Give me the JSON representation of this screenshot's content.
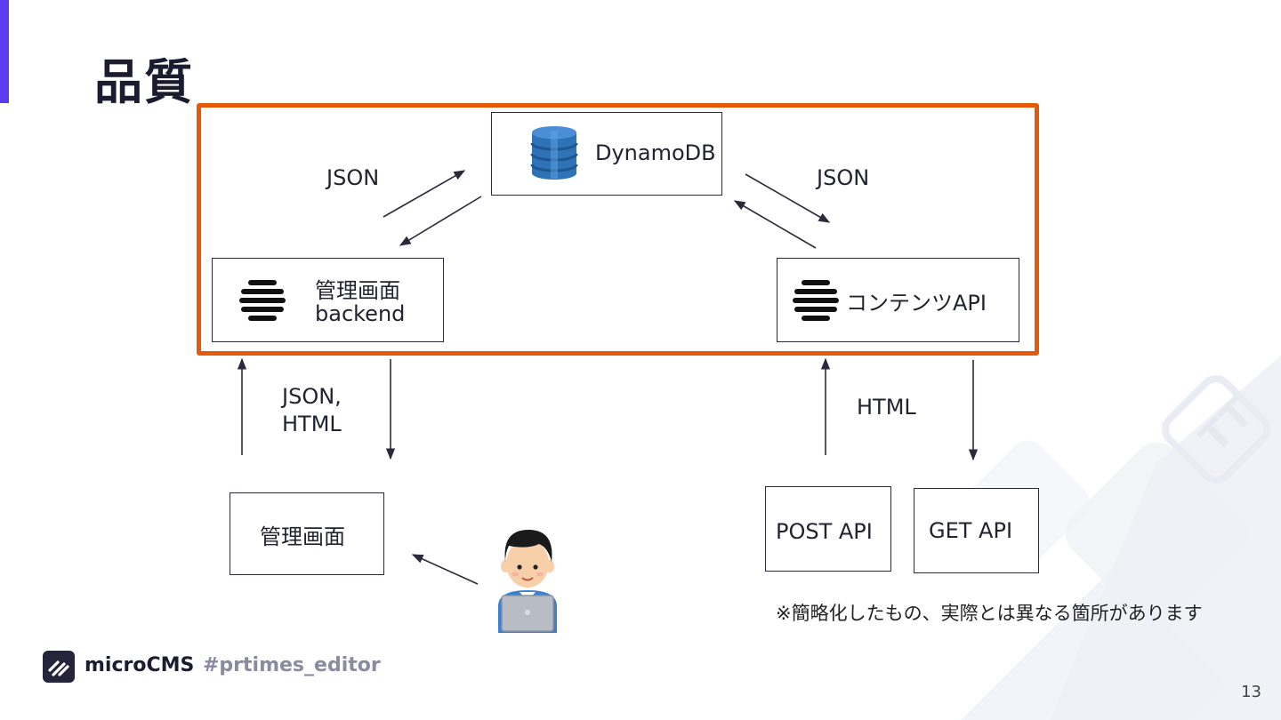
{
  "slide": {
    "title": "品質",
    "page_number": "13",
    "note": "※簡略化したもの、実際とは異なる箇所があります"
  },
  "footer": {
    "brand": "microCMS",
    "hashtag": "#prtimes_editor"
  },
  "diagram": {
    "nodes": {
      "dynamodb": "DynamoDB",
      "admin_backend_line1": "管理画面",
      "admin_backend_line2": "backend",
      "content_api": "コンテンツAPI",
      "admin_screen": "管理画面",
      "post_api": "POST API",
      "get_api": "GET API"
    },
    "edge_labels": {
      "backend_db": "JSON",
      "db_api": "JSON",
      "admin_backend_line1": "JSON,",
      "admin_backend_line2": "HTML",
      "api_clients": "HTML"
    },
    "icons": {
      "database": "dynamodb-icon",
      "server_backend": "server-stack-icon",
      "server_api": "server-stack-icon",
      "user": "user-with-laptop-icon",
      "brand": "microcms-logo-icon"
    },
    "colors": {
      "highlight_frame": "#e55a0a",
      "accent_bar": "#5b3cf0",
      "dynamodb_blue": "#2e73b8"
    }
  }
}
